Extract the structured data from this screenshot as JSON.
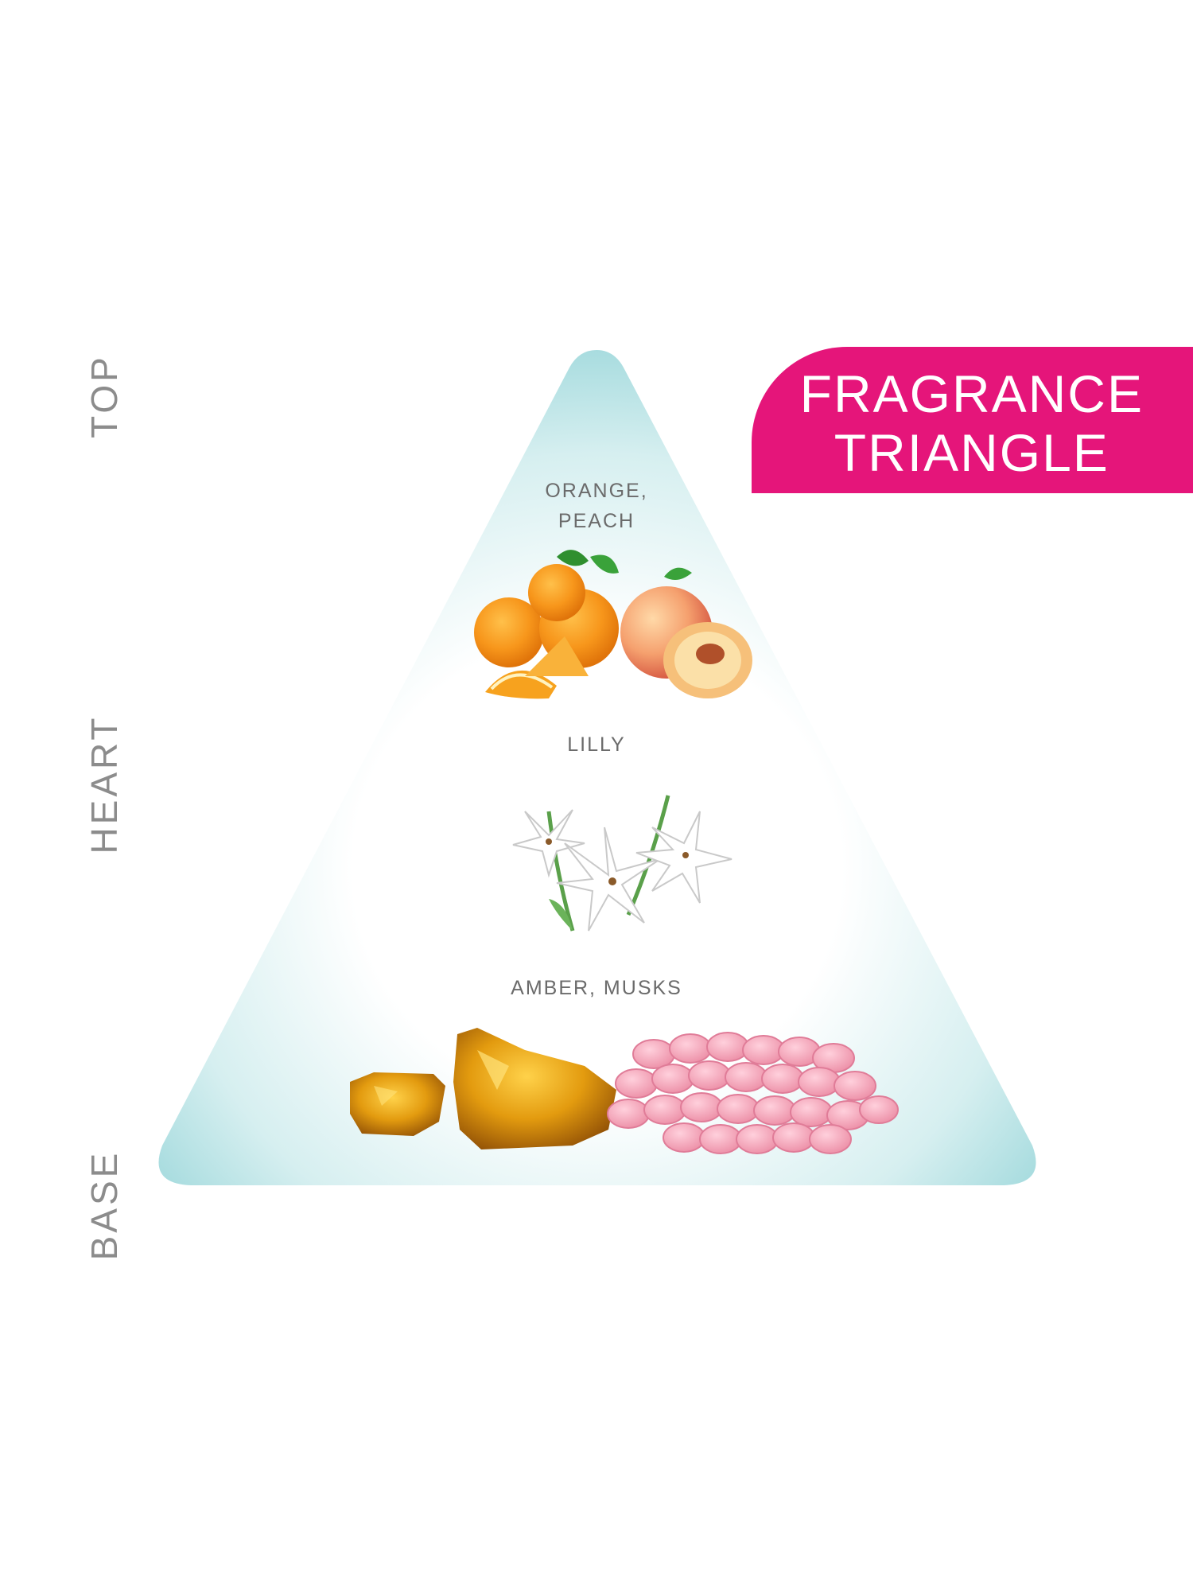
{
  "badge": {
    "line1": "FRAGRANCE",
    "line2": "TRIANGLE"
  },
  "levels": {
    "top": "TOP",
    "heart": "HEART",
    "base": "BASE"
  },
  "notes": {
    "top_line1": "ORANGE,",
    "top_line2": "PEACH",
    "heart": "LILLY",
    "base": "AMBER, MUSKS"
  },
  "colors": {
    "badge": "#e5157a",
    "triangle_edge": "#a8dcdf",
    "triangle_center": "#ffffff",
    "label_gray": "#8c8c8c"
  },
  "icons": [
    "orange-peach-image",
    "lily-flower-image",
    "amber-stone-image",
    "pink-musk-tablets-image"
  ]
}
